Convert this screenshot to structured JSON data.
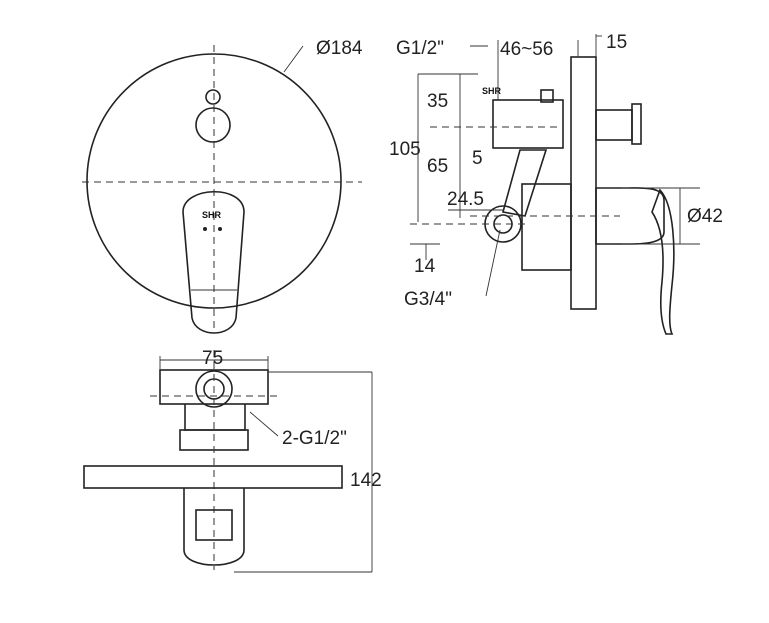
{
  "dimensions": {
    "plate_diameter": "Ø184",
    "inlet_thread": "G1/2\"",
    "depth_range": "46~56",
    "plate_thickness": "15",
    "upper_offset": "35",
    "total_height": "105",
    "lower_offset": "65",
    "small_gap": "5",
    "outlet_offset": "24.5",
    "outlet_depth": "14",
    "outlet_thread": "G3/4\"",
    "handle_diameter": "Ø42",
    "body_width": "75",
    "inlets": "2-G1/2\"",
    "total_depth": "142"
  },
  "logo_text": "SHR"
}
